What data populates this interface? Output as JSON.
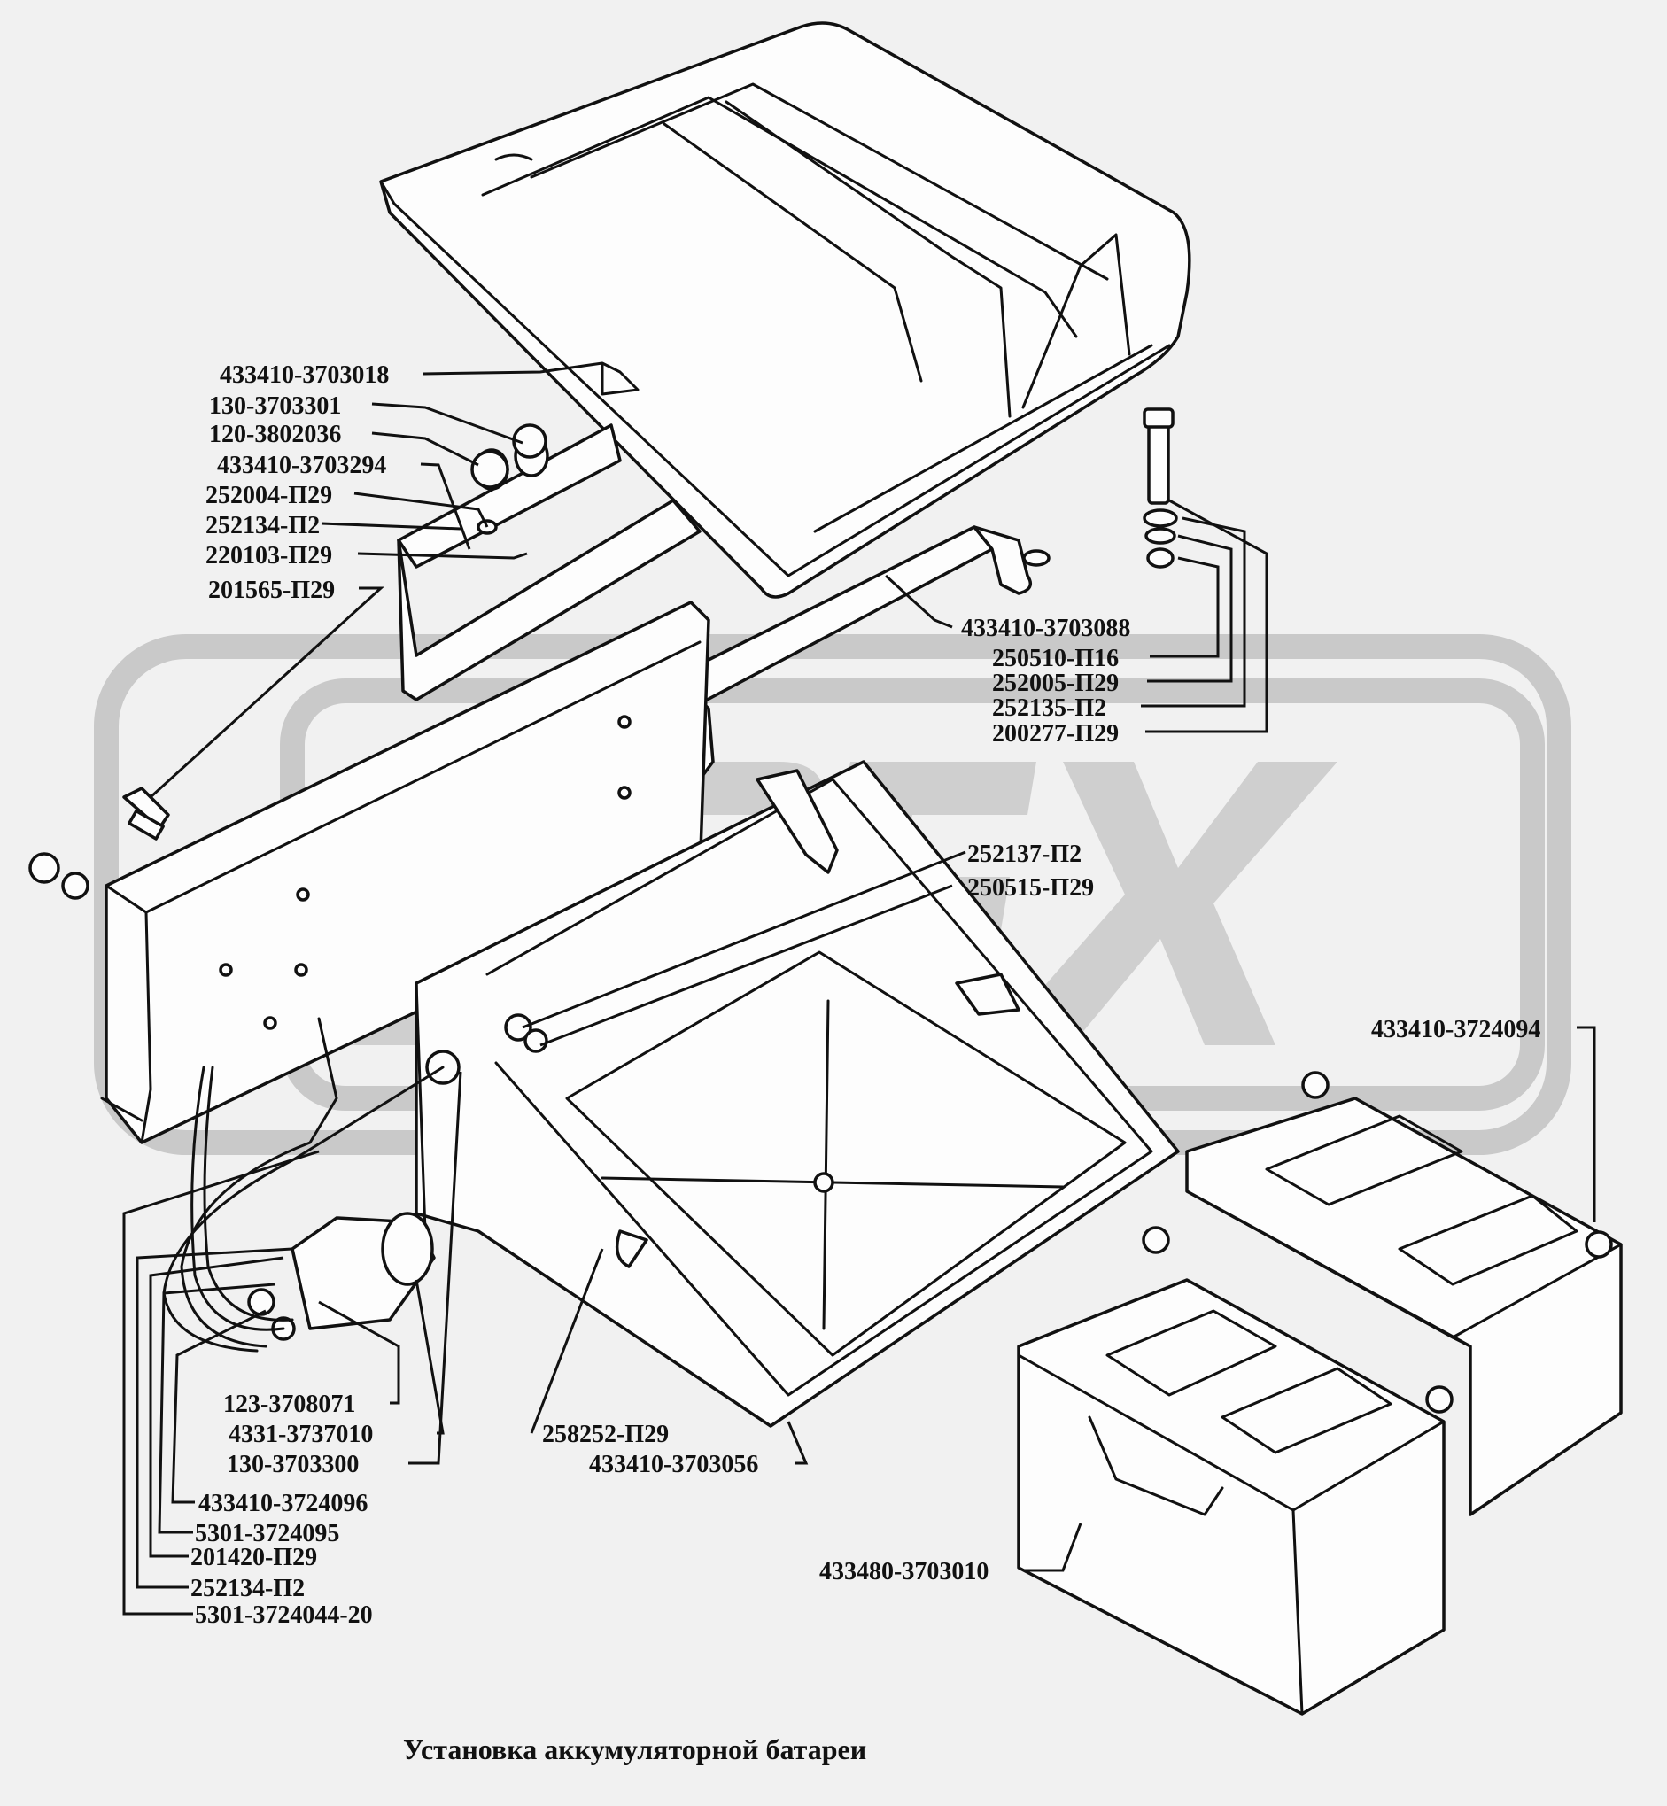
{
  "caption": "Установка аккумуляторной батареи",
  "watermark": "OPEX",
  "colors": {
    "background": "#f1f1f1",
    "ink": "#111111",
    "watermark": "#c9c9c9"
  },
  "labels": {
    "l01": "433410-3703018",
    "l02": "130-3703301",
    "l03": "120-3802036",
    "l04": "433410-3703294",
    "l05": "252004-П29",
    "l06": "252134-П2",
    "l07": "220103-П29",
    "l08": "201565-П29",
    "l09": "433410-3703088",
    "l10": "250510-П16",
    "l11": "252005-П29",
    "l12": "252135-П2",
    "l13": "200277-П29",
    "l14": "252137-П2",
    "l15": "250515-П29",
    "l16": "433410-3724094",
    "l17": "123-3708071",
    "l18": "4331-3737010",
    "l19": "130-3703300",
    "l20": "258252-П29",
    "l21": "433410-3703056",
    "l22": "433410-3724096",
    "l23": "5301-3724095",
    "l24": "201420-П29",
    "l25": "252134-П2",
    "l26": "5301-3724044-20",
    "l27": "433480-3703010"
  }
}
